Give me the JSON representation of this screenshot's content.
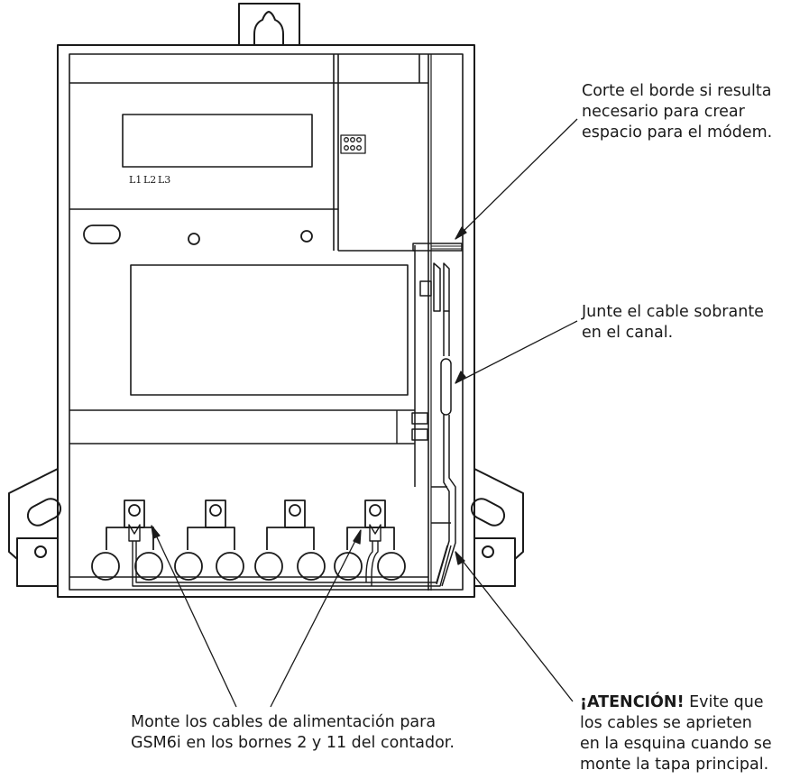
{
  "meter": {
    "phase_labels": [
      "L1",
      "L2",
      "L3"
    ]
  },
  "callouts": {
    "corte": {
      "lines": [
        "Corte el borde si resulta",
        "necesario para crear",
        "espacio para el módem."
      ]
    },
    "junte": {
      "lines": [
        "Junte el cable sobrante",
        "en el canal."
      ]
    },
    "monte": {
      "lines": [
        "Monte los cables de alimentación para",
        "GSM6i en los bornes 2 y 11 del contador."
      ]
    },
    "atencion": {
      "warning": "¡ATENCIÓN!",
      "first_rest": " Evite que",
      "lines": [
        "los cables se aprieten",
        "en la esquina cuando se",
        "monte la tapa principal."
      ]
    }
  }
}
